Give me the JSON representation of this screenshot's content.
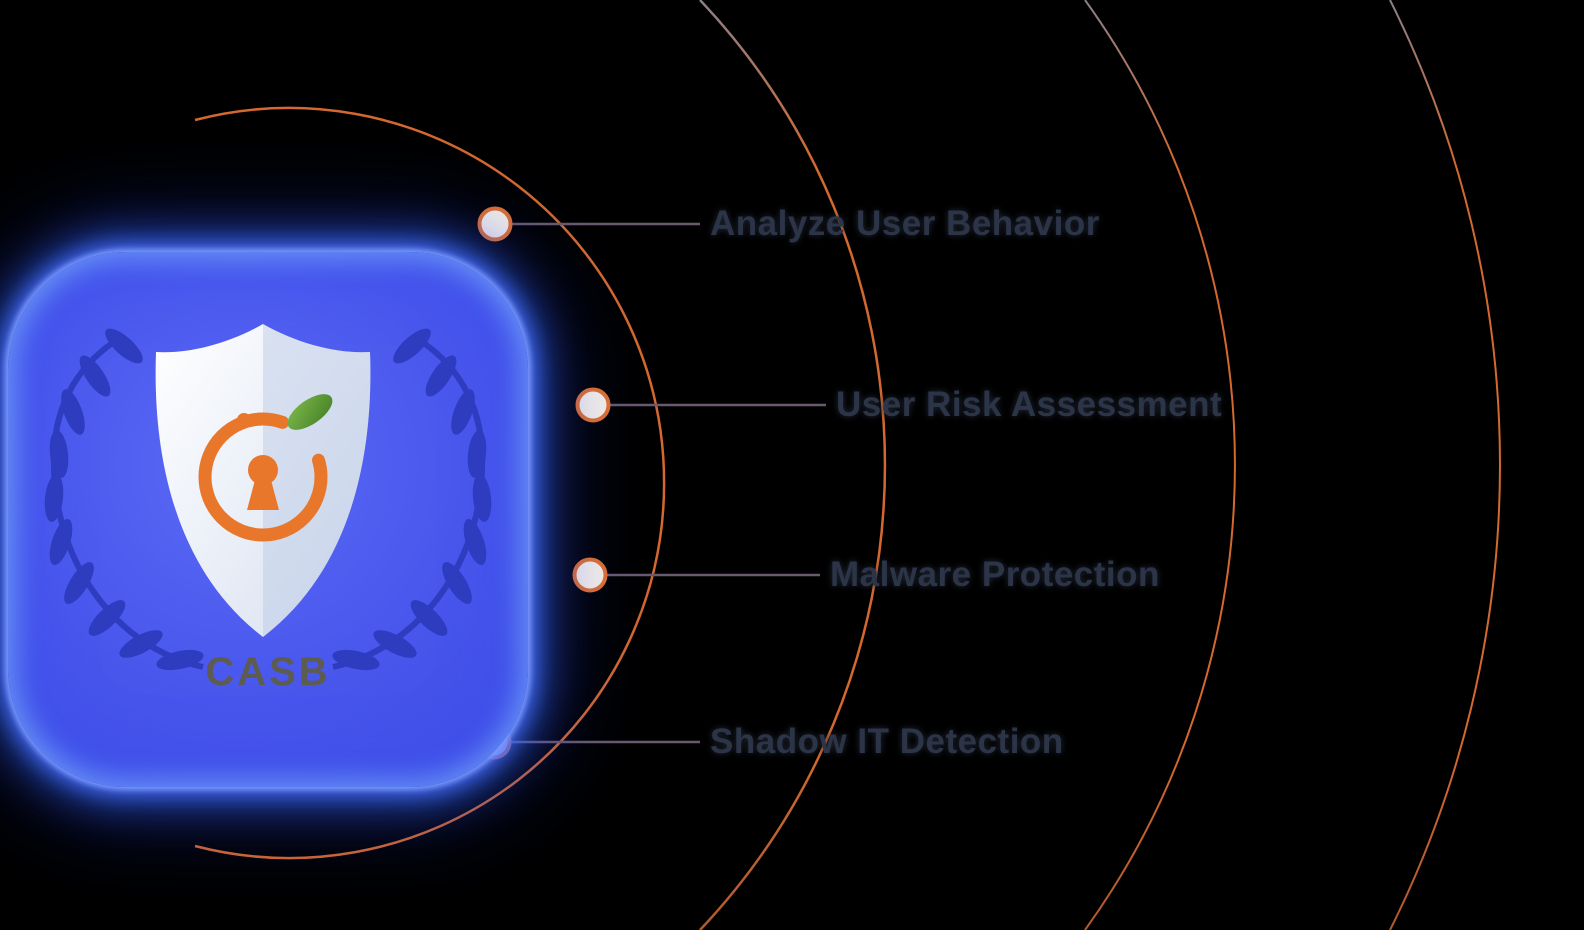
{
  "page": {
    "background": "#000000"
  },
  "badge": {
    "label": "CASB",
    "colors": {
      "glow": "#4656ee",
      "fill_top": "#5a6af5",
      "fill_bottom": "#3c4ce4",
      "wreath": "#2e3cc0",
      "shield_top": "#ffffff",
      "shield_bottom": "#d6dff0",
      "ring": "#e8772b",
      "leaf": "#5fa236",
      "label_text": "#5d5c51"
    }
  },
  "features": [
    {
      "label": "Analyze User Behavior"
    },
    {
      "label": "User Risk Assessment"
    },
    {
      "label": "Malware Protection"
    },
    {
      "label": "Shadow IT Detection"
    }
  ],
  "styles": {
    "arc_color": "#d4682f",
    "connector_color": "#6a5a70",
    "node_fill": "#f6f0e8",
    "node_stroke": "#e0702f",
    "feature_text_color": "#2c3447"
  }
}
